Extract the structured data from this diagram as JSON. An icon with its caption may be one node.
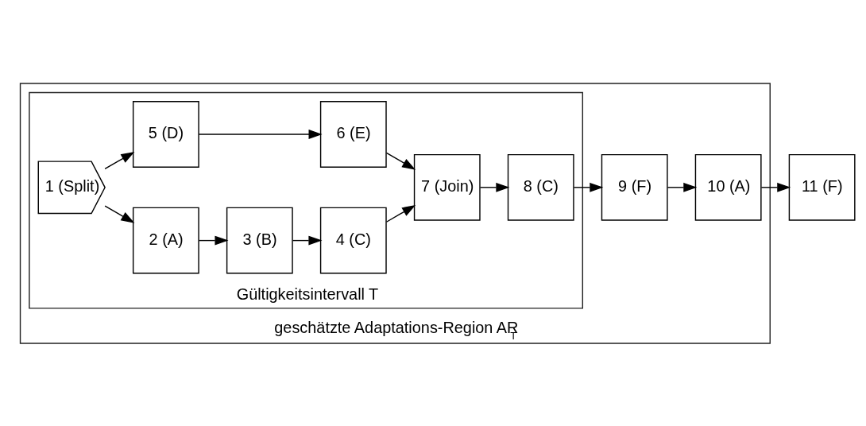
{
  "diagram": {
    "nodes": [
      {
        "text": [
          "geschätzte Adaptations-Region AR$_{T}$"
        ]
      },
      {
        "text": [
          "Gültigkeitsintervall T"
        ],
        "in": 0
      },
      {
        "text": [
          "1 (Split)"
        ],
        "in": 1
      },
      {
        "text": [
          "2 (A)"
        ],
        "in": 1
      },
      {
        "text": [
          "3 (B)"
        ],
        "in": 1
      },
      {
        "text": [
          "4 (C)"
        ],
        "in": 1
      },
      {
        "text": [
          "5 (D)"
        ],
        "in": 1
      },
      {
        "text": [
          "6 (E)"
        ],
        "in": 1
      },
      {
        "text": [
          "7 (Join)"
        ],
        "in": 1
      },
      {
        "text": [
          "8 (C)"
        ],
        "in": 1
      },
      {
        "text": [
          "9 (F)"
        ],
        "in": 0
      },
      {
        "text": [
          "10 (A)"
        ],
        "in": 0
      },
      {
        "text": [
          "11 (F)"
        ]
      }
    ],
    "edges": [
      {
        "from": 2,
        "to": 3,
        "arrow": "to"
      },
      {
        "from": 2,
        "to": 6,
        "arrow": "to"
      },
      {
        "from": 3,
        "to": 4,
        "arrow": "to"
      },
      {
        "from": 4,
        "to": 5,
        "arrow": "to"
      },
      {
        "from": 5,
        "to": 8,
        "arrow": "to"
      },
      {
        "from": 6,
        "to": 7,
        "arrow": "to"
      },
      {
        "from": 7,
        "to": 8,
        "arrow": "to"
      },
      {
        "from": 8,
        "to": 9,
        "arrow": "to"
      },
      {
        "from": 9,
        "to": 10,
        "arrow": "to"
      },
      {
        "from": 10,
        "to": 11,
        "arrow": "to"
      },
      {
        "from": 11,
        "to": 12,
        "arrow": "to"
      }
    ]
  }
}
